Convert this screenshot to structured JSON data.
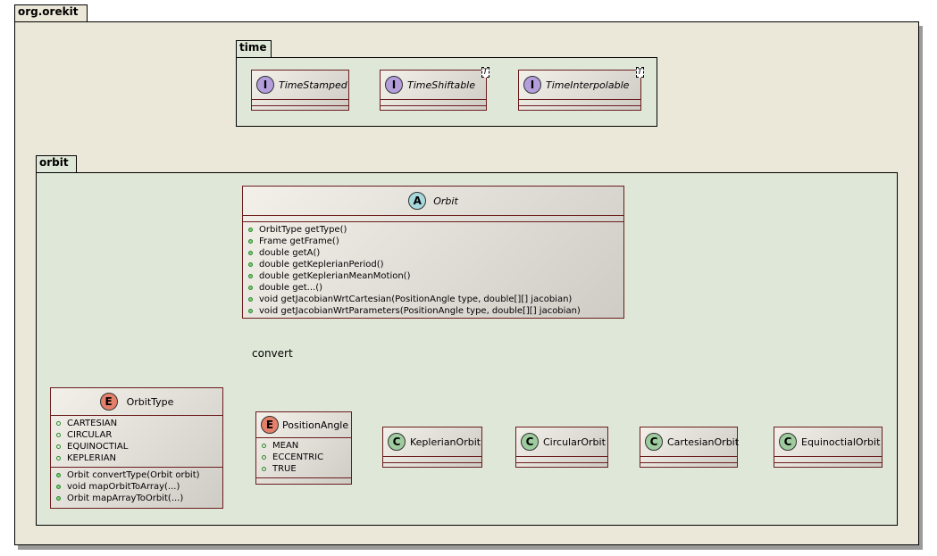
{
  "packages": {
    "root": "org.orekit",
    "time": "time",
    "orbit": "orbit"
  },
  "colors": {
    "package_root_fill": "#ece8d9",
    "package_inner_fill": "#dfe8d8",
    "class_border": "#6b1b1b",
    "arrow": "#6b1b1b",
    "stereotype_interface": "#b39ddb",
    "stereotype_abstract": "#a7d8de",
    "stereotype_enum": "#e4806a",
    "stereotype_class": "#9fcc9f"
  },
  "interfaces": [
    {
      "name": "TimeStamped",
      "stereotype": "I",
      "type_param": ""
    },
    {
      "name": "TimeShiftable",
      "stereotype": "I",
      "type_param": "T"
    },
    {
      "name": "TimeInterpolable",
      "stereotype": "I",
      "type_param": "T"
    }
  ],
  "orbit": {
    "name": "Orbit",
    "stereotype": "A",
    "methods": [
      "OrbitType getType()",
      "Frame getFrame()",
      "double getA()",
      "double getKeplerianPeriod()",
      "double getKeplerianMeanMotion()",
      "double get...()",
      "void getJacobianWrtCartesian(PositionAngle type, double[][] jacobian)",
      "void getJacobianWrtParameters(PositionAngle type, double[][] jacobian)"
    ]
  },
  "orbit_type": {
    "name": "OrbitType",
    "stereotype": "E",
    "fields": [
      "CARTESIAN",
      "CIRCULAR",
      "EQUINOCTIAL",
      "KEPLERIAN"
    ],
    "methods": [
      "Orbit convertType(Orbit orbit)",
      "void mapOrbitToArray(...)",
      "Orbit mapArrayToOrbit(...)"
    ]
  },
  "position_angle": {
    "name": "PositionAngle",
    "stereotype": "E",
    "fields": [
      "MEAN",
      "ECCENTRIC",
      "TRUE"
    ]
  },
  "subclasses": [
    {
      "name": "KeplerianOrbit",
      "stereotype": "C"
    },
    {
      "name": "CircularOrbit",
      "stereotype": "C"
    },
    {
      "name": "CartesianOrbit",
      "stereotype": "C"
    },
    {
      "name": "EquinoctialOrbit",
      "stereotype": "C"
    }
  ],
  "relations": {
    "convert_label": "convert"
  }
}
